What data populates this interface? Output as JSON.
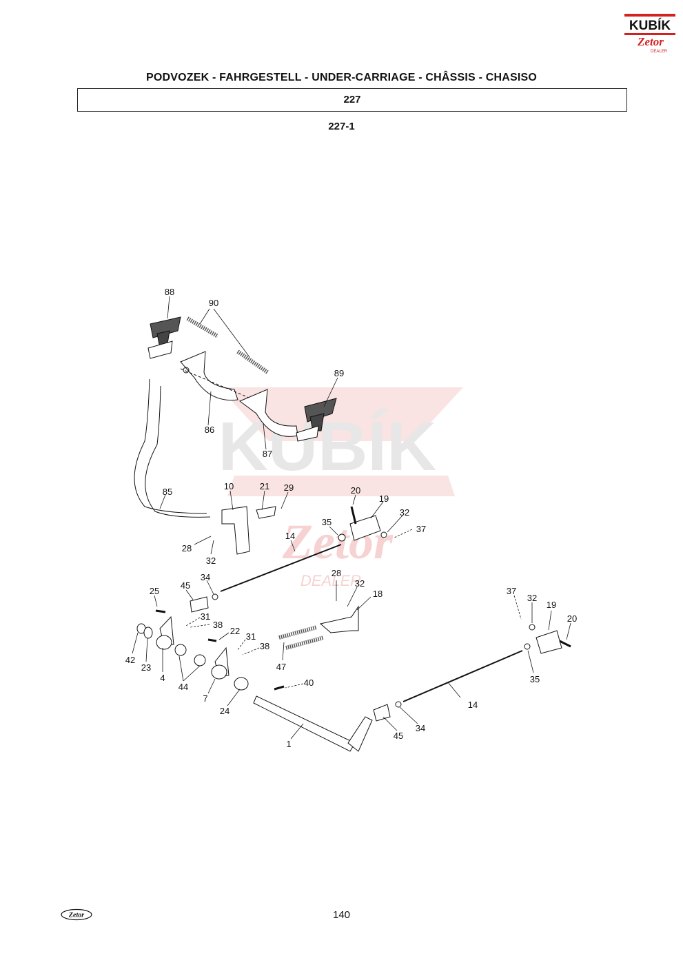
{
  "header": {
    "brand": "KUBÍK",
    "brand_sub": "Zetor",
    "brand_tag": "DEALER",
    "title": "PODVOZEK - FAHRGESTELL - UNDER-CARRIAGE - CHÂSSIS - CHASISO",
    "group_number": "227",
    "subgroup_number": "227-1"
  },
  "watermark": {
    "text": "KUBÍK",
    "sub": "Zetor",
    "tag": "DEALER"
  },
  "parts": [
    {
      "label": "88"
    },
    {
      "label": "90"
    },
    {
      "label": "89"
    },
    {
      "label": "86"
    },
    {
      "label": "87"
    },
    {
      "label": "85"
    },
    {
      "label": "10"
    },
    {
      "label": "21"
    },
    {
      "label": "29"
    },
    {
      "label": "28"
    },
    {
      "label": "32"
    },
    {
      "label": "14"
    },
    {
      "label": "20"
    },
    {
      "label": "19"
    },
    {
      "label": "32"
    },
    {
      "label": "37"
    },
    {
      "label": "35"
    },
    {
      "label": "34"
    },
    {
      "label": "45"
    },
    {
      "label": "25"
    },
    {
      "label": "28"
    },
    {
      "label": "32"
    },
    {
      "label": "18"
    },
    {
      "label": "31"
    },
    {
      "label": "38"
    },
    {
      "label": "22"
    },
    {
      "label": "31"
    },
    {
      "label": "38"
    },
    {
      "label": "42"
    },
    {
      "label": "23"
    },
    {
      "label": "4"
    },
    {
      "label": "44"
    },
    {
      "label": "47"
    },
    {
      "label": "7"
    },
    {
      "label": "24"
    },
    {
      "label": "40"
    },
    {
      "label": "1"
    },
    {
      "label": "45"
    },
    {
      "label": "34"
    },
    {
      "label": "14"
    },
    {
      "label": "37"
    },
    {
      "label": "32"
    },
    {
      "label": "19"
    },
    {
      "label": "20"
    },
    {
      "label": "35"
    }
  ],
  "footer": {
    "logo": "Zetor",
    "page_number": "140"
  }
}
